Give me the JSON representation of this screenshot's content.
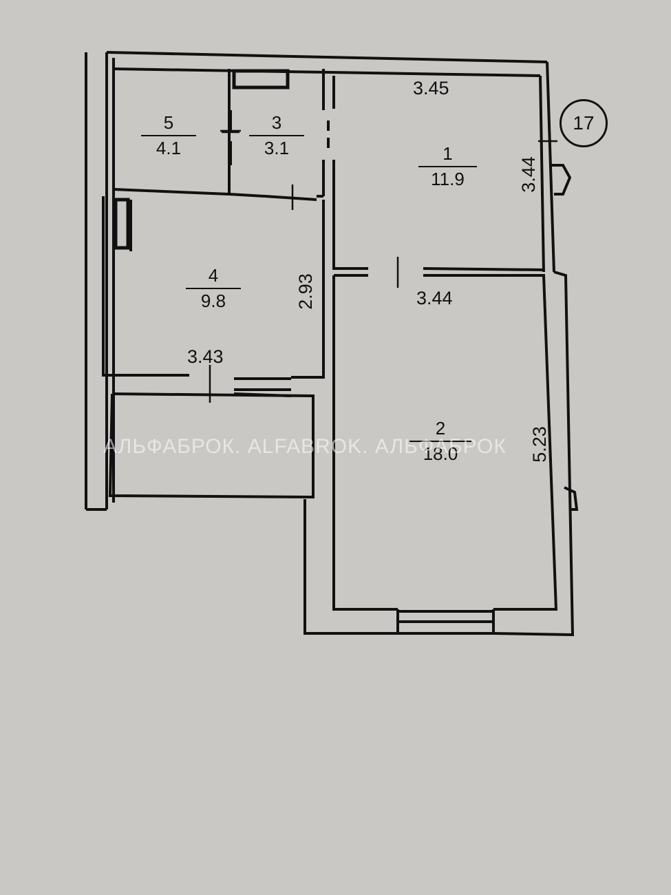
{
  "apartment_number": "17",
  "rooms": [
    {
      "id": "1",
      "area": "11.9"
    },
    {
      "id": "2",
      "area": "18.0"
    },
    {
      "id": "3",
      "area": "3.1"
    },
    {
      "id": "4",
      "area": "9.8"
    },
    {
      "id": "5",
      "area": "4.1"
    }
  ],
  "dimensions": {
    "room1_width": "3.45",
    "room1_height": "3.44",
    "room2_width": "3.44",
    "room2_height": "5.23",
    "room4_width": "3.43",
    "room4_height": "2.93"
  },
  "watermark": "АЛЬФАБРОК. ALFABROK. АЛЬФАБРОК"
}
